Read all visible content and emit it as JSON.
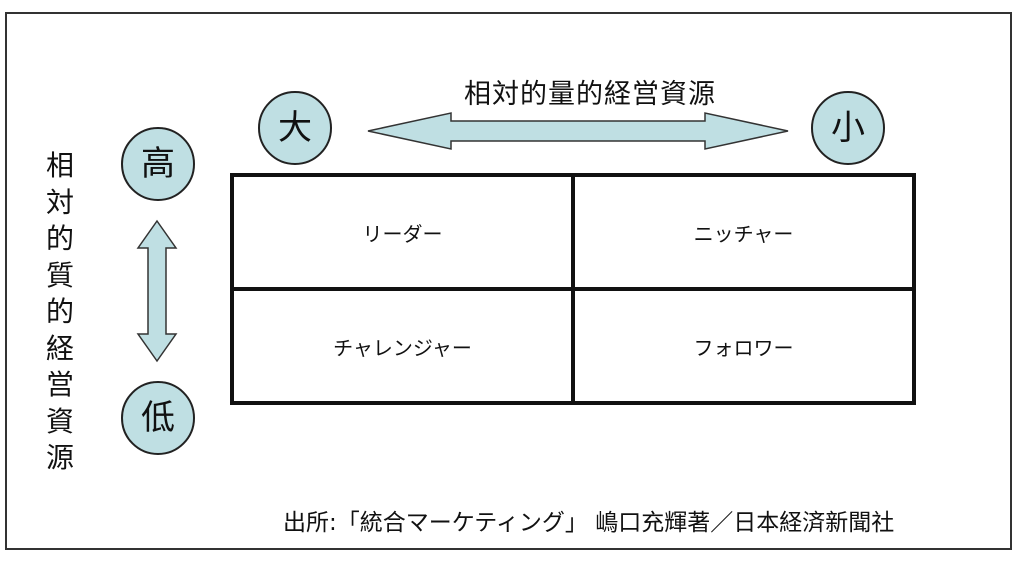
{
  "diagram": {
    "horizontal_axis": {
      "title": "相対的量的経営資源",
      "left_label": "大",
      "right_label": "小"
    },
    "vertical_axis": {
      "title": "相対的質的経営資源",
      "title_chars": [
        "相",
        "対",
        "的",
        "質",
        "的",
        "経",
        "営",
        "資",
        "源"
      ],
      "top_label": "高",
      "bottom_label": "低"
    },
    "quadrants": [
      {
        "label": "リーダー",
        "position": "top-left"
      },
      {
        "label": "ニッチャー",
        "position": "top-right"
      },
      {
        "label": "チャレンジャー",
        "position": "bottom-left"
      },
      {
        "label": "フォロワー",
        "position": "bottom-right"
      }
    ],
    "source": "出所:「統合マーケティング」 嶋口充輝著／日本経済新聞社",
    "colors": {
      "circle_fill": "#bfdfe3",
      "arrow_fill": "#bfdfe3",
      "line": "#111111"
    }
  }
}
